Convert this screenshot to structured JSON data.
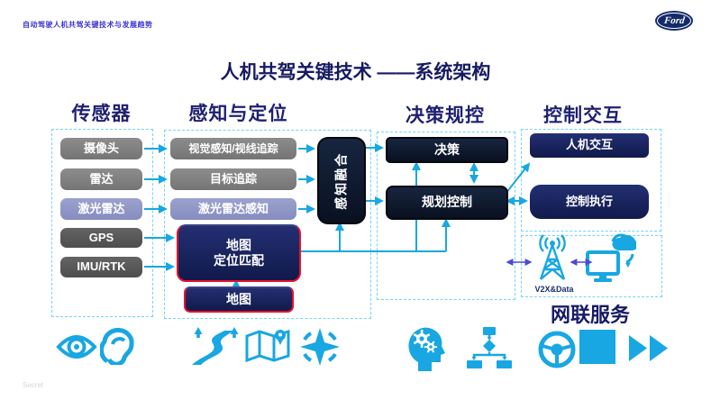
{
  "meta": {
    "header_note": "自动驾驶人机共驾关键技术与发展趋势",
    "brand": "Ford",
    "footer": "Secret"
  },
  "title": "人机共驾关键技术 ——系统架构",
  "sensors": {
    "header": "传感器",
    "items": [
      "摄像头",
      "雷达",
      "激光雷达",
      "GPS",
      "IMU/RTK"
    ]
  },
  "perception": {
    "header": "感知与定位",
    "items": [
      "视觉感知/视线追踪",
      "目标追踪",
      "激光雷达感知"
    ],
    "map_match": [
      "地图",
      "定位匹配"
    ],
    "map_box": "地图"
  },
  "fusion": {
    "label": "感知融合"
  },
  "decision": {
    "header": "决策规控",
    "decision_box": "决策",
    "planning_box": "规划控制"
  },
  "control": {
    "header": "控制交互",
    "hmi_box": "人机交互",
    "exec_box": "控制执行",
    "v2x_label": "V2X&Data",
    "service_label": "网联服务"
  },
  "icons": {
    "bottom_row": [
      "eye",
      "ear",
      "route-road",
      "folded-map-pin",
      "compass",
      "head-gears",
      "flowchart",
      "steering-wheel",
      "stop-square",
      "fast-forward"
    ],
    "v2x": "antenna-tower",
    "cloud": "cloud-monitor-sync"
  },
  "colors": {
    "accent_cyan": "#18a7e2",
    "navy_heading": "#1f1f72",
    "box_navy": "#1b2460",
    "box_dark_navy": "#101c33",
    "red_border": "#e8112d",
    "purple_arrow": "#4c49d2",
    "gray_box": "#7f7f7f",
    "dark_gray_box": "#565656",
    "lavender_box": "#9099c7",
    "dashed_border": "#74d4f5"
  }
}
